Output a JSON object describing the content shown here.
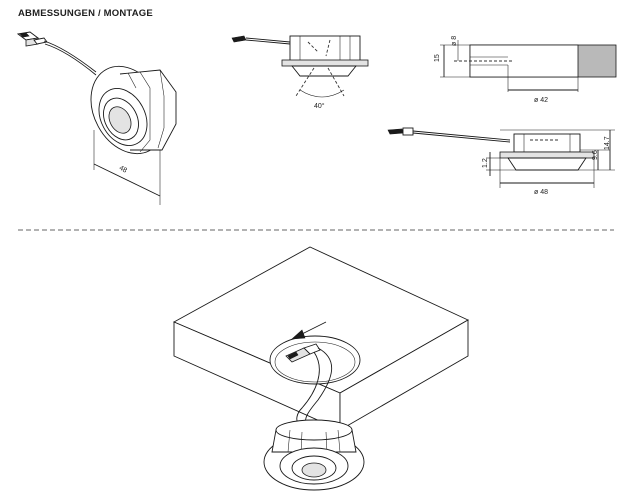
{
  "heading": "ABMESSUNGEN / MONTAGE",
  "dimensions": {
    "perspective_width": "48",
    "tilt_angle": "40°",
    "bore_diameter": "ø 8",
    "cutout_depth": "15",
    "cutout_diameter": "ø 42",
    "total_height": "14.7",
    "body_height": "9.6",
    "flange_thickness": "1.2",
    "outer_diameter": "ø 48"
  }
}
